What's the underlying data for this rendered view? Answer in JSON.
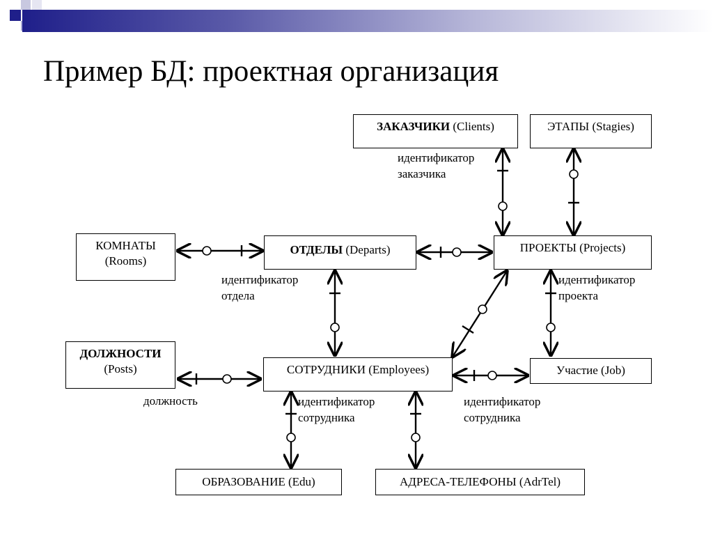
{
  "title": "Пример БД: проектная организация",
  "entities": {
    "clients": {
      "bold": "ЗАКАЗЧИКИ",
      "normal": " (Clients)"
    },
    "stages": {
      "bold": "",
      "normal": "ЭТАПЫ (Stagies)"
    },
    "rooms": {
      "bold": "",
      "line1": "КОМНАТЫ",
      "line2": "(Rooms)"
    },
    "departs": {
      "bold": "ОТДЕЛЫ",
      "normal": " (Departs)"
    },
    "projects": {
      "bold": "",
      "normal": "ПРОЕКТЫ (Projects)"
    },
    "posts": {
      "bold": "ДОЛЖНОСТИ",
      "line2": "(Posts)"
    },
    "employees": {
      "bold": "",
      "normal": "СОТРУДНИКИ (Employees)"
    },
    "job": {
      "bold": "",
      "normal": "Участие (Job)"
    },
    "edu": {
      "bold": "",
      "normal": "ОБРАЗОВАНИЕ (Edu)"
    },
    "adrtel": {
      "bold": "",
      "normal": "АДРЕСА-ТЕЛЕФОНЫ (AdrTel)"
    }
  },
  "labels": {
    "client_id": {
      "line1": "идентификатор",
      "line2": "заказчика"
    },
    "depart_id": {
      "line1": "идентификатор",
      "line2": "отдела"
    },
    "project_id": {
      "line1": "идентификатор",
      "line2": "проекта"
    },
    "post": {
      "line1": "должность"
    },
    "employee_id_left": {
      "line1": "идентификатор",
      "line2": "сотрудника"
    },
    "employee_id_right": {
      "line1": "идентификатор",
      "line2": "сотрудника"
    }
  },
  "colors": {
    "banner_dark": "#1f1f8a",
    "deco_square": "#1f1f8a",
    "deco_light": "#9a9ac8"
  }
}
